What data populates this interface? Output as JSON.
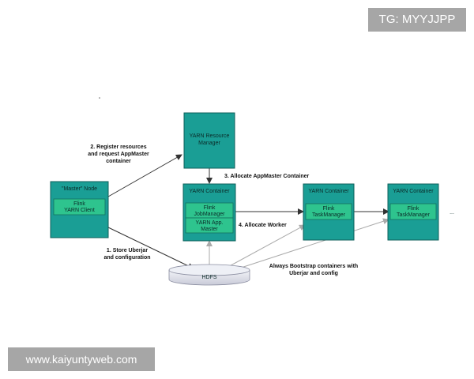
{
  "watermarks": {
    "top": "TG: MYYJJPP",
    "bottom": "www.kaiyuntyweb.com"
  },
  "nodes": {
    "master": {
      "title": "\"Master\" Node",
      "inner_line1": "Flink",
      "inner_line2": "YARN Client"
    },
    "resource_manager": {
      "line1": "YARN Resource",
      "line2": "Manager"
    },
    "container1": {
      "title": "YARN Container",
      "inner1_line1": "Flink",
      "inner1_line2": "JobManager",
      "inner2_line1": "YARN App.",
      "inner2_line2": "Master"
    },
    "container2": {
      "title": "YARN Container",
      "inner_line1": "Flink",
      "inner_line2": "TaskManager"
    },
    "container3": {
      "title": "YARN Container",
      "inner_line1": "Flink",
      "inner_line2": "TaskManager"
    },
    "hdfs": {
      "label": "HDFS"
    },
    "ellipsis": "..."
  },
  "edges": {
    "register_line1": "2. Register resources",
    "register_line2": "and request AppMaster",
    "register_line3": "container",
    "allocate_appmaster": "3. Allocate AppMaster Container",
    "allocate_worker": "4. Allocate Worker",
    "store_line1": "1. Store Uberjar",
    "store_line2": "and configuration",
    "bootstrap_line1": "Always Bootstrap containers with",
    "bootstrap_line2": "Uberjar and config"
  }
}
